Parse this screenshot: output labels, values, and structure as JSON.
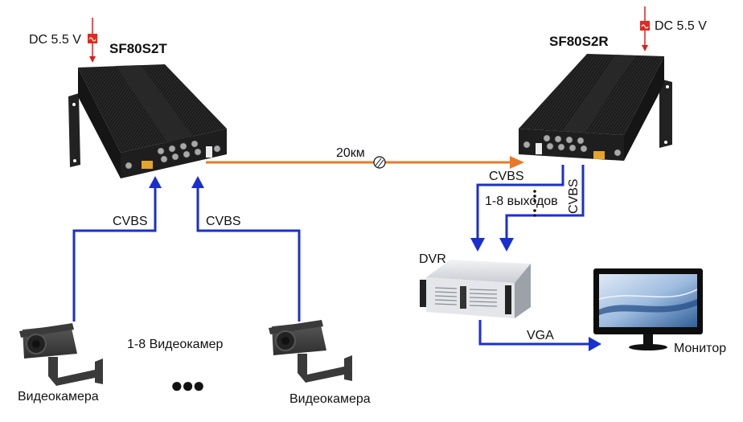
{
  "diagram": {
    "transmitter": {
      "model": "SF80S2T",
      "power_label": "DC 5.5 V"
    },
    "receiver": {
      "model": "SF80S2R",
      "power_label": "DC 5.5 V"
    },
    "fiber_link": {
      "distance_label": "20км",
      "color": "#e8792a"
    },
    "signal_color": "#1a2fd0",
    "power_color": "#d9201a",
    "inputs": {
      "left_camera_signal": "CVBS",
      "right_camera_signal": "CVBS",
      "camera_count_label": "1-8 Видеокамер",
      "cameras": [
        {
          "label": "Видеокамера"
        },
        {
          "label": "Видеокамера"
        }
      ],
      "ellipsis": "●●●"
    },
    "outputs": {
      "signal_label_horizontal": "CVBS",
      "signal_label_vertical": "CVBS",
      "outputs_count_label": "1-8 выходов"
    },
    "dvr": {
      "label": "DVR",
      "output_signal": "VGA"
    },
    "monitor": {
      "label": "Монитор"
    }
  }
}
